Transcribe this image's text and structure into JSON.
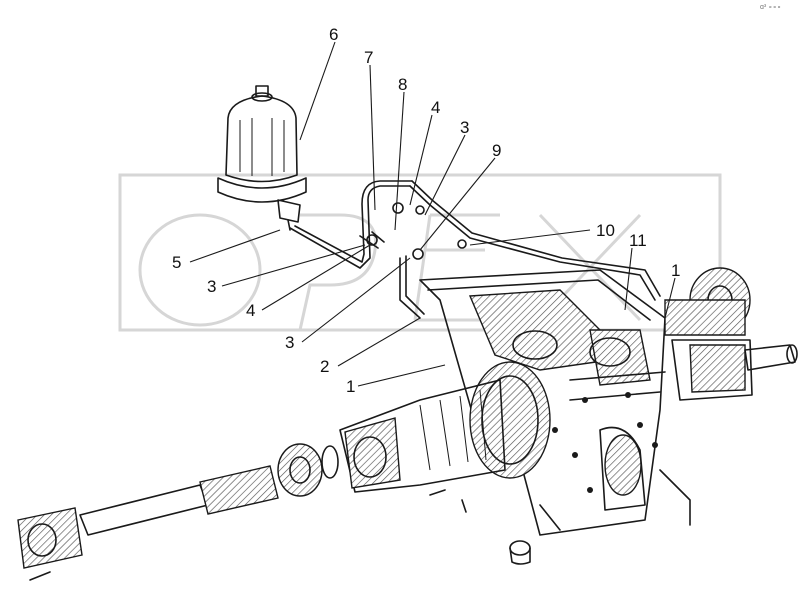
{
  "corner_mark": "ɑ³ ∘∘∘",
  "watermark_text": "OPEX",
  "callouts": [
    {
      "id": "c6",
      "text": "6"
    },
    {
      "id": "c7",
      "text": "7"
    },
    {
      "id": "c8",
      "text": "8"
    },
    {
      "id": "c4a",
      "text": "4"
    },
    {
      "id": "c3a",
      "text": "3"
    },
    {
      "id": "c9",
      "text": "9"
    },
    {
      "id": "c10",
      "text": "10"
    },
    {
      "id": "c11",
      "text": "11"
    },
    {
      "id": "c1a",
      "text": "1"
    },
    {
      "id": "c5",
      "text": "5"
    },
    {
      "id": "c3b",
      "text": "3"
    },
    {
      "id": "c4b",
      "text": "4"
    },
    {
      "id": "c3c",
      "text": "3"
    },
    {
      "id": "c2",
      "text": "2"
    },
    {
      "id": "c1b",
      "text": "1"
    }
  ]
}
